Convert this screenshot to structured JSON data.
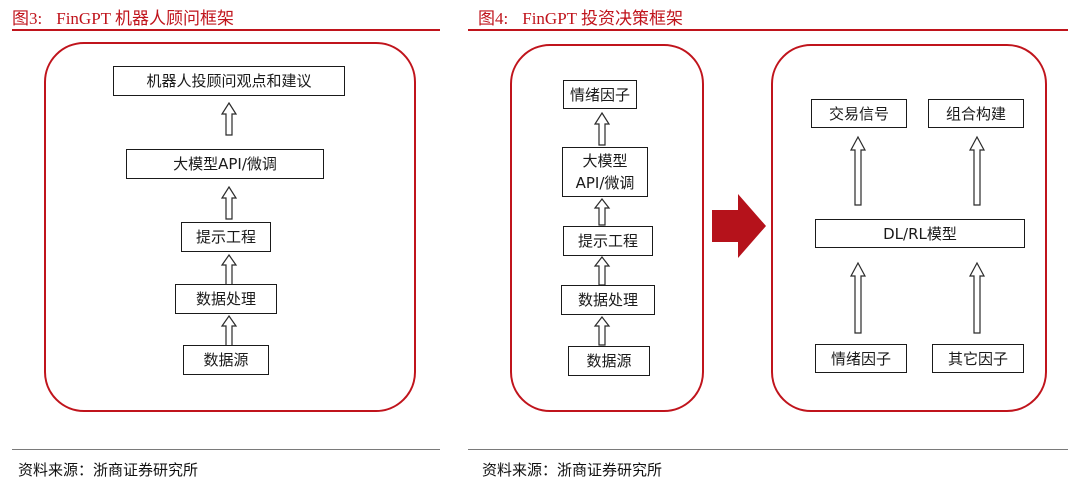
{
  "figure3": {
    "number": "图3:",
    "title": "FinGPT 机器人顾问框架",
    "nodes": {
      "advice": "机器人投顾问观点和建议",
      "llm": "大模型API/微调",
      "prompt": "提示工程",
      "processing": "数据处理",
      "source": "数据源"
    },
    "source_note": "资料来源：浙商证券研究所"
  },
  "figure4": {
    "number": "图4:",
    "title": "FinGPT 投资决策框架",
    "left_nodes": {
      "factor": "情绪因子",
      "llm_line1": "大模型",
      "llm_line2": "API/微调",
      "prompt": "提示工程",
      "processing": "数据处理",
      "source": "数据源"
    },
    "right_nodes": {
      "trade_signal": "交易信号",
      "portfolio": "组合构建",
      "model": "DL/RL模型",
      "sentiment_factor": "情绪因子",
      "other_factor": "其它因子"
    },
    "source_note": "资料来源：浙商证券研究所"
  },
  "colors": {
    "accent": "#c0141c",
    "big_arrow": "#b5121b",
    "line": "#1a1a1a"
  },
  "icons": {
    "flow_arrow": "hollow-up-arrow-icon",
    "transition_arrow": "solid-right-arrow-icon"
  }
}
